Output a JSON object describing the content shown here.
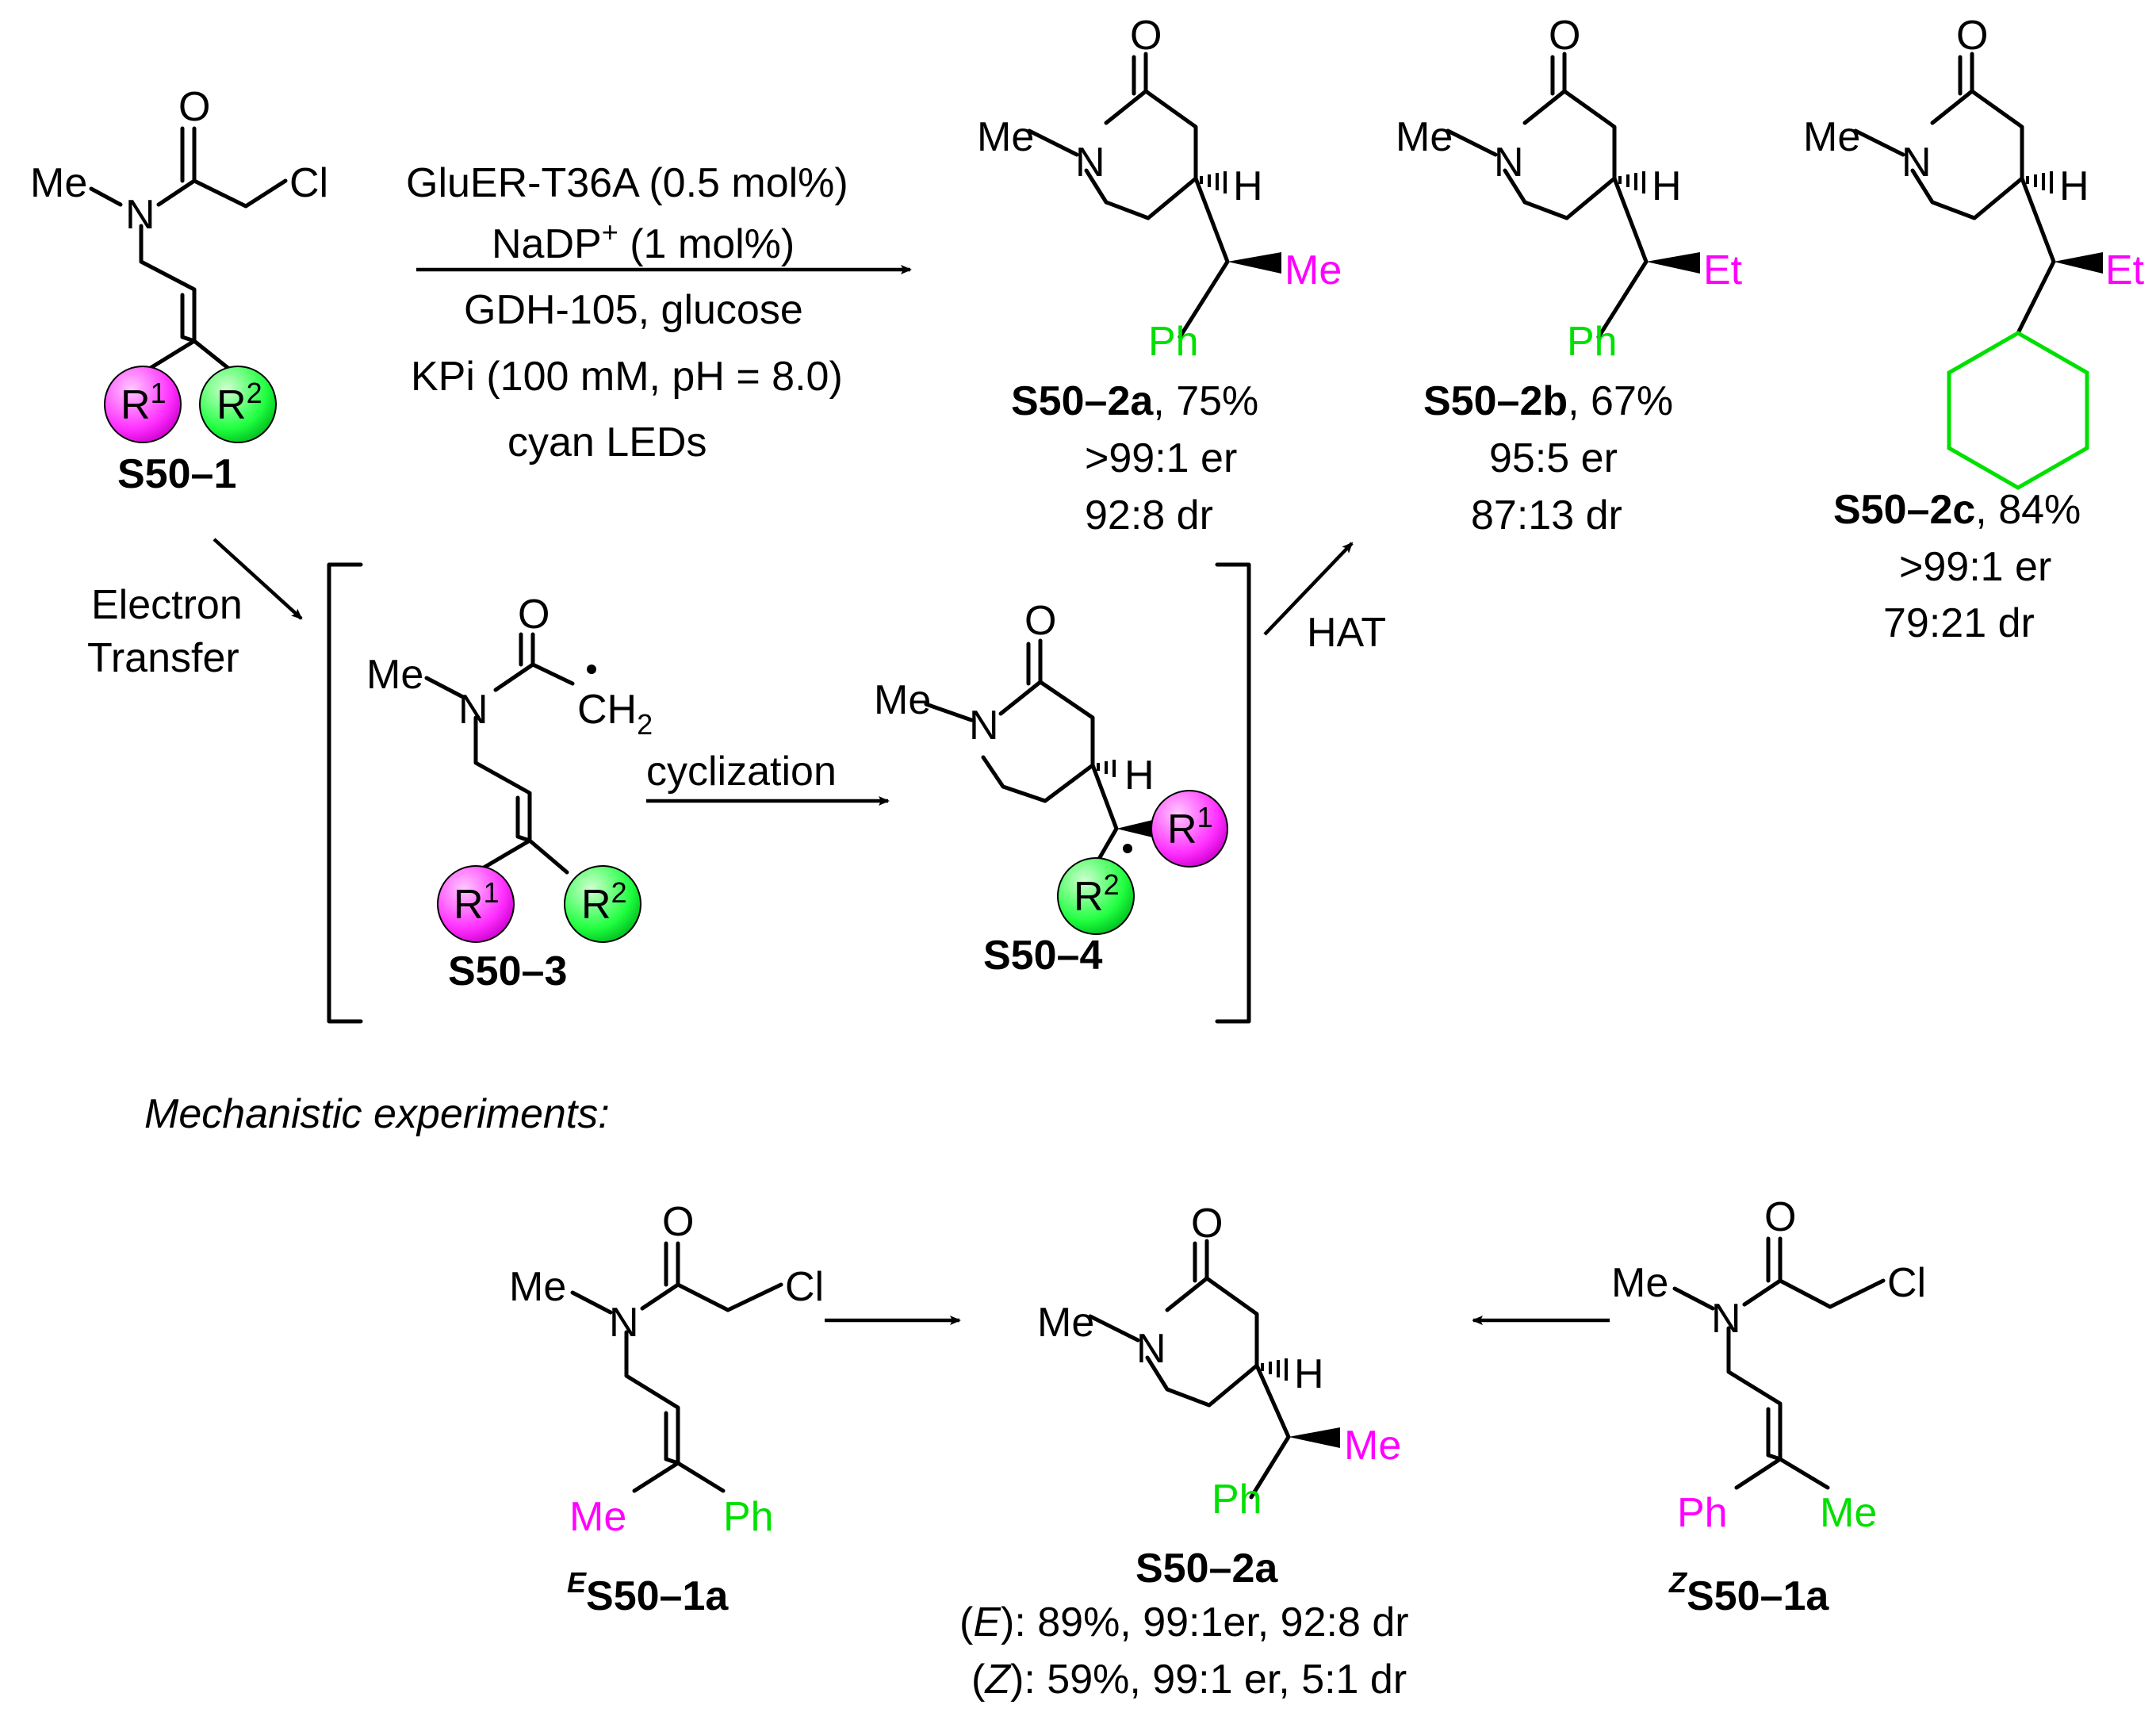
{
  "colors": {
    "r1_substituent": "#ff00ff",
    "r2_substituent": "#00e000",
    "bonds_text": "#000000",
    "background": "#ffffff"
  },
  "atoms": {
    "O": "O",
    "N": "N",
    "Cl": "Cl",
    "Me": "Me",
    "H": "H",
    "Ph": "Ph",
    "Et": "Et",
    "CH": "CH",
    "CH_sub": "2",
    "R": "R",
    "sup1": "1",
    "sup2": "2"
  },
  "conditions": {
    "line1": "GluER-T36A (0.5 mol%)",
    "line2_main": "NaDP",
    "line2_sup": "+",
    "line2_rest": " (1 mol%)",
    "line3": "GDH-105, glucose",
    "line4": "KPi (100 mM, pH = 8.0)",
    "line5": "cyan LEDs"
  },
  "labels": {
    "s1": "S50–1",
    "s3": "S50–3",
    "s4": "S50–4",
    "electron_line1": "Electron",
    "electron_line2": "Transfer",
    "cyclization": "cyclization",
    "hat": "HAT",
    "mechanistic_header": "Mechanistic experiments:"
  },
  "products": [
    {
      "id": "S50–2a",
      "yield": ", 75%",
      "er": ">99:1 er",
      "dr": "92:8 dr"
    },
    {
      "id": "S50–2b",
      "yield": ", 67%",
      "er": "95:5 er",
      "dr": "87:13 dr"
    },
    {
      "id": "S50–2c",
      "yield": ", 84%",
      "er": ">99:1 er",
      "dr": "79:21 dr"
    }
  ],
  "mechanistic": {
    "e_sup": "E",
    "z_sup": "Z",
    "substrate_label": "S50–1a",
    "product_label": "S50–2a",
    "e_result_open": "(",
    "e_result_isomer": "E",
    "e_result_rest": "): 89%, 99:1er, 92:8 dr",
    "z_result_open": "(",
    "z_result_isomer": "Z",
    "z_result_rest": "): 59%, 99:1 er, 5:1 dr"
  }
}
